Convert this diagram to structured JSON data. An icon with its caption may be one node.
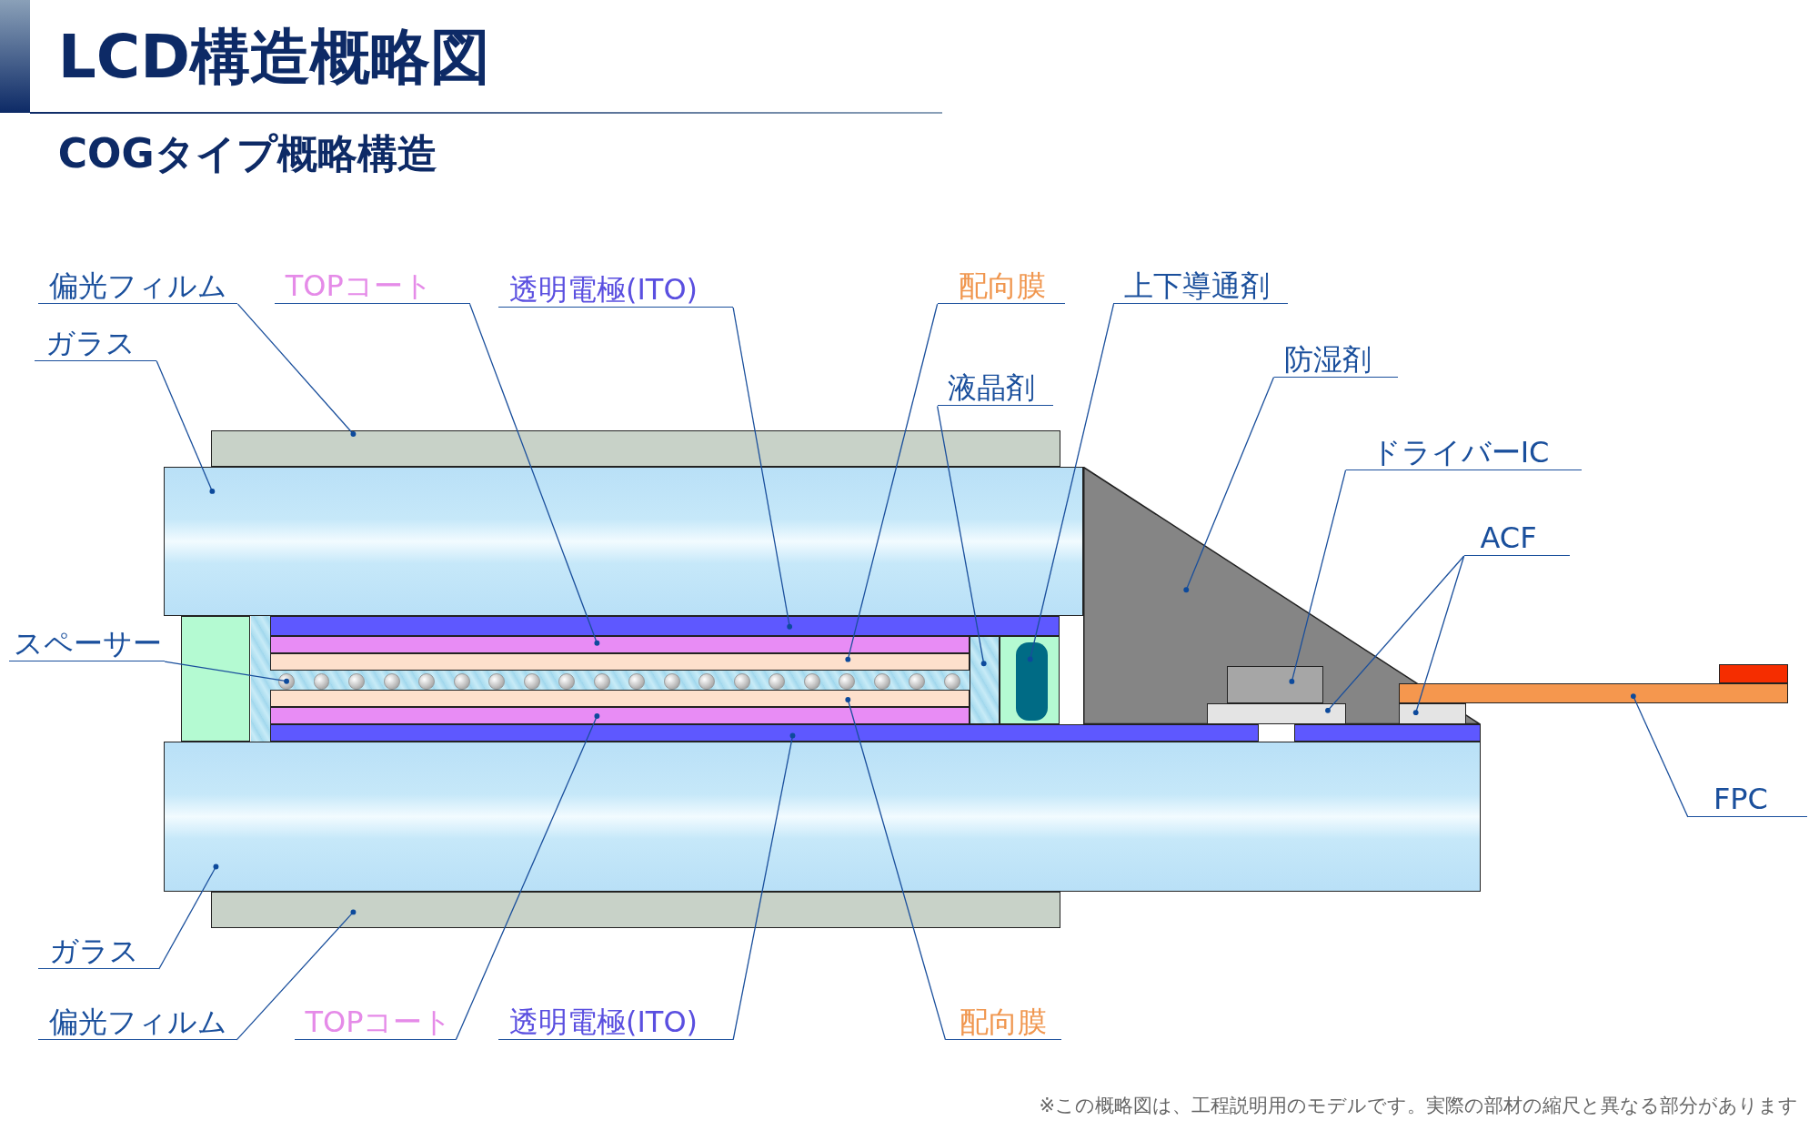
{
  "diagram": {
    "title": "LCD構造概略図",
    "nodes": [
      {
        "text": [
          "偏光フィルム"
        ]
      },
      {
        "text": [
          "TOPコート"
        ]
      },
      {
        "text": [
          "透明電極(ITO)"
        ]
      },
      {
        "text": [
          "配向膜"
        ]
      },
      {
        "text": [
          "上下導通剤"
        ]
      },
      {
        "text": [
          "ガラス"
        ]
      },
      {
        "text": [
          "防湿剤"
        ]
      },
      {
        "text": [
          "液晶剤"
        ]
      },
      {
        "text": [
          "ドライバーIC"
        ]
      },
      {
        "text": [
          "ACF"
        ]
      },
      {
        "text": [
          "スペーサー"
        ]
      },
      {
        "text": [
          "FPC"
        ]
      },
      {
        "text": [
          "ガラス"
        ]
      },
      {
        "text": [
          "偏光フィルム"
        ]
      },
      {
        "text": [
          "TOPコート"
        ]
      },
      {
        "text": [
          "透明電極(ITO)"
        ]
      },
      {
        "text": [
          "配向膜"
        ]
      },
      {
        "text": [],
        "shape": "box"
      },
      {
        "text": [],
        "shape": "box"
      },
      {
        "text": [],
        "shape": "bar"
      },
      {
        "text": [],
        "shape": "bar"
      },
      {
        "text": [],
        "shape": "bar"
      },
      {
        "text": [],
        "shape": "box"
      },
      {
        "text": [],
        "shape": "pill",
        "in": 36
      },
      {
        "text": [],
        "shape": "trapezoid"
      },
      {
        "text": [],
        "shape": "circle"
      },
      {
        "text": [],
        "shape": "box",
        "in": 24
      },
      {
        "text": [],
        "shape": "box",
        "in": 24
      },
      {
        "text": [],
        "shape": "box",
        "in": 24
      },
      {
        "text": [],
        "shape": "bar"
      },
      {
        "text": [],
        "shape": "bar"
      },
      {
        "text": [],
        "shape": "bar"
      },
      {
        "text": [],
        "shape": "bar"
      },
      {
        "text": [],
        "shape": "box"
      },
      {
        "text": [],
        "shape": "box"
      },
      {
        "text": [],
        "shape": "box"
      },
      {
        "text": [],
        "shape": "box"
      },
      {
        "text": [],
        "shape": "bar"
      },
      {
        "text": [],
        "shape": "box"
      }
    ],
    "edges": [
      {
        "from": 0,
        "to": 17,
        "arrow": "other"
      },
      {
        "from": 1,
        "to": 20,
        "arrow": "other"
      },
      {
        "from": 2,
        "to": 19,
        "arrow": "other"
      },
      {
        "from": 3,
        "to": 21,
        "arrow": "other"
      },
      {
        "from": 4,
        "to": 23,
        "arrow": "other"
      },
      {
        "from": 5,
        "to": 18,
        "arrow": "other"
      },
      {
        "from": 6,
        "to": 24,
        "arrow": "other"
      },
      {
        "from": 7,
        "to": 22,
        "arrow": "other"
      },
      {
        "from": 8,
        "to": 26,
        "arrow": "other"
      },
      {
        "from": 9,
        "to": 27,
        "arrow": "other"
      },
      {
        "from": 9,
        "to": 28,
        "arrow": "other"
      },
      {
        "from": 10,
        "to": 25,
        "arrow": "other"
      },
      {
        "from": 11,
        "to": 29,
        "arrow": "other"
      },
      {
        "from": 12,
        "to": 33,
        "arrow": "other"
      },
      {
        "from": 13,
        "to": 34,
        "arrow": "other"
      },
      {
        "from": 14,
        "to": 31,
        "arrow": "other"
      },
      {
        "from": 15,
        "to": 32,
        "arrow": "other"
      },
      {
        "from": 16,
        "to": 30,
        "arrow": "other"
      }
    ],
    "labels": [
      "COGタイプ概略構造",
      "※この概略図は、工程説明用のモデルです。実際の部材の縮尺と異なる部分があります"
    ]
  }
}
